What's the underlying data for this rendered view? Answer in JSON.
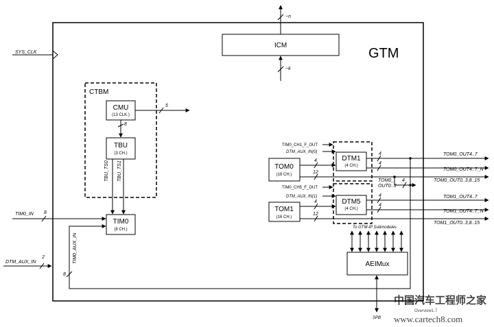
{
  "title": "GTM",
  "blocks": {
    "icm": "ICM",
    "ctbm": "CTBM",
    "cmu": {
      "name": "CMU",
      "sub": "(13 CLK.)"
    },
    "tbu": {
      "name": "TBU",
      "sub": "(3 CH.)"
    },
    "tim0": {
      "name": "TIM0",
      "sub": "(8 CH.)"
    },
    "tom0": {
      "name": "TOM0",
      "sub": "(16 CH.)"
    },
    "tom1": {
      "name": "TOM1",
      "sub": "(16 CH.)"
    },
    "dtm1": {
      "name": "DTM1",
      "sub": "(4 CH.)"
    },
    "dtm5": {
      "name": "DTM5",
      "sub": "(4 CH.)"
    },
    "aeimux": "AEIMux"
  },
  "signals": {
    "sys_clk": "SYS_CLK",
    "tim0_in": "TIM0_IN",
    "dtm_aux_in": "DTM_AUX_IN",
    "tim0_aux_in": "TIM0_AUX_IN",
    "tbu_ts0": "TBU_TS0",
    "tbu_ts1": "TBU_TS1",
    "icm_n": "~n",
    "icm_k": "~k",
    "tim0_ch1_f_out": "TIM0_CH1_F_OUT",
    "dtm_aux_in0": "DTM_AUX_IN(0)",
    "tim0_ch5_f_out": "TIM0_CH5_F_OUT",
    "dtm_aux_in1": "DTM_AUX_IN(1)",
    "tom0_out_a": "TOM0_OUT4..7",
    "tom0_out_b": "TOM0_OUT4..7_N",
    "tom0_out_c": "TOM0_OUT0..3,8..15",
    "tom0_out03": "TOM0_",
    "tom0_out03b": "OUT0..3",
    "tom1_out_a": "TOM1_OUT4..7",
    "tom1_out_b": "TOM1_OUT4..7_N",
    "tom1_out_c": "TOM1_OUT0..3,8..15",
    "to_gtm_ip": "To GTM-IP Submodules",
    "spb": "SPB"
  },
  "bus_widths": {
    "cmu_out": "5",
    "cmu_tbu": "8",
    "tim0_in": "8",
    "dtm_aux_in": "2",
    "tim_aux": "8",
    "four": "4",
    "twelve": "12"
  },
  "watermark": {
    "cn": "中国汽车工程师之家",
    "url": "www.cartech8.com",
    "small": "Overview1.7"
  }
}
